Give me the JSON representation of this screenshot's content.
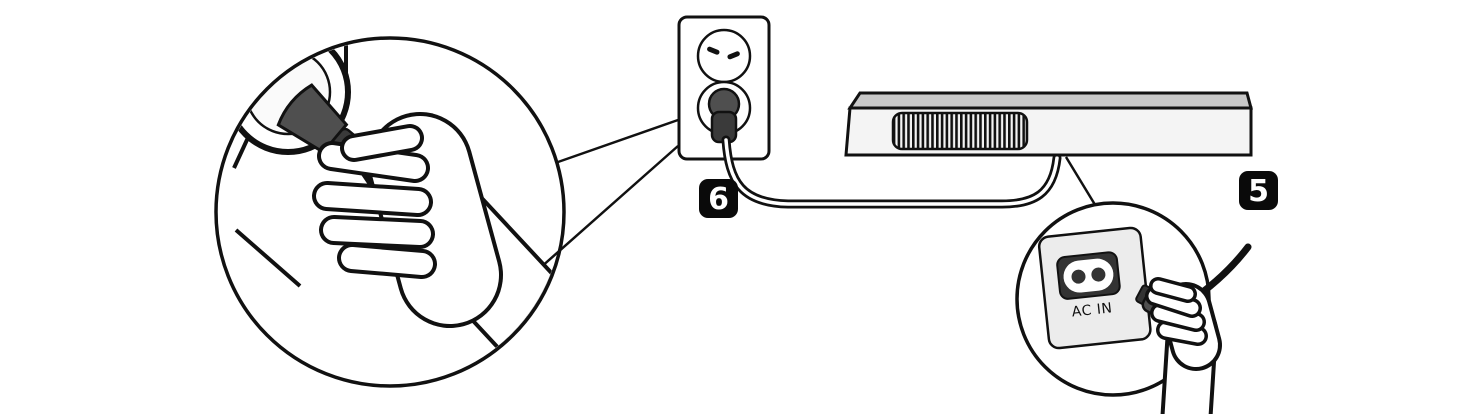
{
  "illustration": {
    "title": "power-cord-connection-steps",
    "steps": {
      "outlet_step": "6",
      "device_step": "5"
    },
    "ac_in_label": "AC IN"
  },
  "colors": {
    "line": "#111111",
    "badge_bg": "#0a0a0a",
    "badge_text": "#ffffff",
    "plug_dark": "#4f4f4f",
    "plug_darker": "#3a3a3a",
    "device_top": "#c8c8c8",
    "device_front": "#f4f4f4",
    "panel_gray": "#ececec",
    "port_dark": "#333333"
  }
}
